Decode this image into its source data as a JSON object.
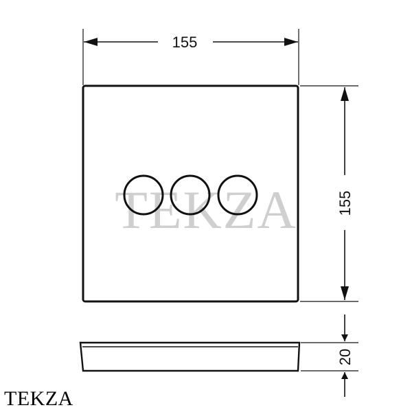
{
  "dimensions": {
    "width": "155",
    "height": "155",
    "depth": "20"
  },
  "watermark": "TEKZA",
  "brand": "TEKZA",
  "buttons": 3,
  "colors": {
    "line": "#111111",
    "watermark": "#cfcfcf"
  }
}
